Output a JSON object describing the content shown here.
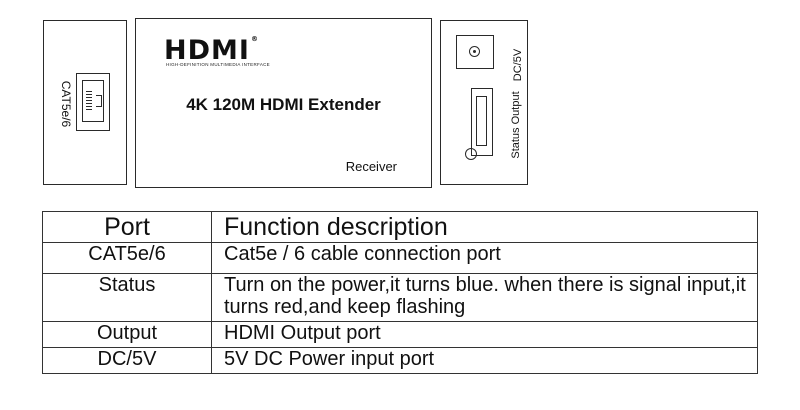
{
  "diagram": {
    "left_panel": {
      "port_label": "CAT5e/6"
    },
    "center_panel": {
      "logo": "HDMI",
      "logo_tm": "®",
      "logo_tagline": "HIGH-DEFINITION MULTIMEDIA INTERFACE",
      "title": "4K 120M HDMI Extender",
      "unit_label": "Receiver"
    },
    "right_panel": {
      "power_label": "DC/5V",
      "status_output_label": "Status Output"
    }
  },
  "table": {
    "headers": {
      "port": "Port",
      "function": "Function description"
    },
    "rows": [
      {
        "port": "CAT5e/6",
        "description": "Cat5e / 6 cable connection port"
      },
      {
        "port": "Status",
        "description": "Turn on the power,it turns blue. when there is signal input,it turns red,and keep flashing"
      },
      {
        "port": "Output",
        "description": "HDMI Output port"
      },
      {
        "port": "DC/5V",
        "description": "5V DC Power input port"
      }
    ]
  }
}
